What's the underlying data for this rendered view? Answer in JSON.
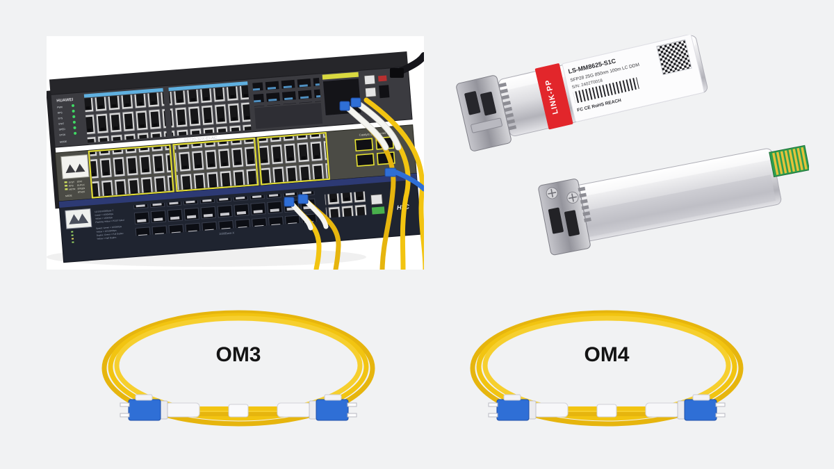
{
  "switch_stack": {
    "top_switch": {
      "brand": "HUAWEI",
      "model": "S5720-32X-EI-AC",
      "leds": [
        "PWR",
        "RPS",
        "SYS",
        "STAT",
        "SPED",
        "STCK"
      ],
      "mode_label": "MODE"
    },
    "middle_switch": {
      "model": "Catalyst 2960 Series",
      "leds": [
        "SYST",
        "RPS",
        "MSTR",
        "STAT",
        "DUPLX",
        "SPEED",
        "STACK"
      ],
      "mode_label": "MODE"
    },
    "bottom_switch": {
      "brand": "H3C",
      "sfp_row_label": "1000Base-X",
      "legend_lines": [
        "10/100/1000Base-T",
        "Green = 1000Mbps",
        "Yellow = 100Mbps",
        "Flashing Yellow = POST failed",
        "Speed: Green = 1000Mbps",
        "Yellow = 10/100Mbps",
        "Duplex: Green = Full Duplex",
        "Yellow = Half Duplex"
      ]
    }
  },
  "transceivers": {
    "side_label": "LINK-PP",
    "part_number": "LS-MM8625-S1C",
    "spec_line": "SFP28 25G 850nm 100m LC DDM",
    "serial_line": "S/N: 2402T0018",
    "cert_marks": "FC CE RoHS REACH"
  },
  "patch_cables": [
    {
      "label": "OM3"
    },
    {
      "label": "OM4"
    }
  ],
  "colors": {
    "page_bg": "#f1f2f3",
    "photo_bg": "#ffffff",
    "fiber_yellow": "#f2c411",
    "lc_connector_blue": "#2f6fd6",
    "brand_label_red": "#e2262b",
    "port_number_strip_blue": "#5fb0e0",
    "port_outline_yellow": "#e8e332"
  }
}
